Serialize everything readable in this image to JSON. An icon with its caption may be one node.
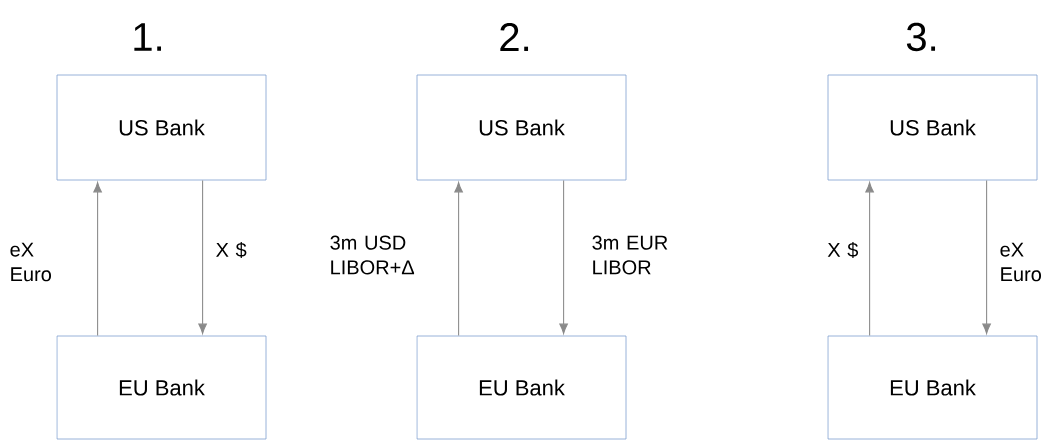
{
  "diagram": {
    "nodes": [
      {
        "text": [
          "US Bank"
        ]
      },
      {
        "text": [
          "EU Bank"
        ]
      },
      {
        "text": [
          "US Bank"
        ]
      },
      {
        "text": [
          "EU Bank"
        ]
      },
      {
        "text": [
          "US Bank"
        ]
      },
      {
        "text": [
          "EU Bank"
        ]
      }
    ],
    "edges": [
      {
        "from": 1,
        "to": 0,
        "arrow": "to",
        "label": "eX Euro"
      },
      {
        "from": 0,
        "to": 1,
        "arrow": "to",
        "label": "X $"
      },
      {
        "from": 3,
        "to": 2,
        "arrow": "to",
        "label": "3m USD LIBOR+Δ"
      },
      {
        "from": 2,
        "to": 3,
        "arrow": "to",
        "label": "3m EUR LIBOR"
      },
      {
        "from": 5,
        "to": 4,
        "arrow": "to",
        "label": "X $"
      },
      {
        "from": 4,
        "to": 5,
        "arrow": "to",
        "label": "eX Euro"
      }
    ],
    "labels": [
      "1.",
      "2.",
      "3."
    ]
  }
}
